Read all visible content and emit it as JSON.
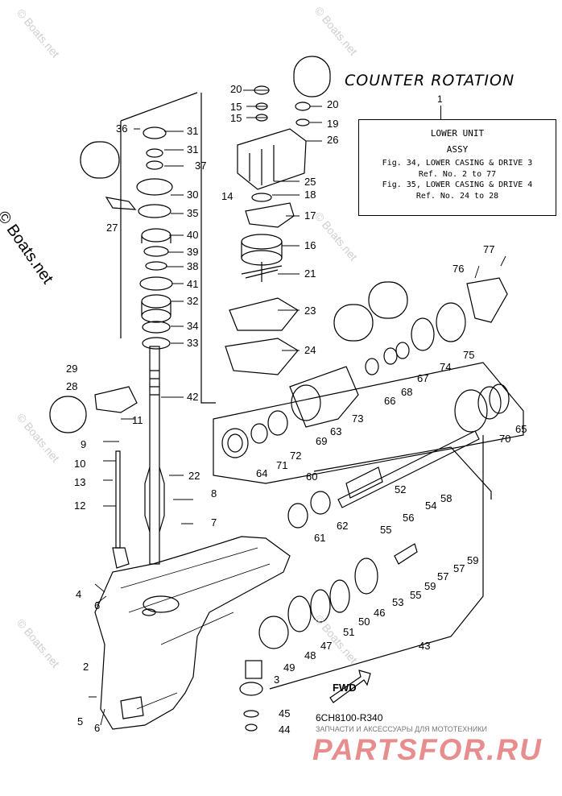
{
  "header": {
    "title": "COUNTER ROTATION",
    "item_no": "1"
  },
  "reference_box": {
    "line1": "LOWER UNIT",
    "line2": "ASSY",
    "line3": "Fig. 34, LOWER CASING & DRIVE 3",
    "line4": "Ref. No. 2 to 77",
    "line5": "Fig. 35, LOWER CASING & DRIVE 4",
    "line6": "Ref. No. 24 to 28"
  },
  "diagram_code": "6CH8100-R340",
  "watermark": "© Boats.net",
  "shop_banner": {
    "subtitle": "ЗАПЧАСТИ И АКСЕССУАРЫ ДЛЯ МОТОТЕХНИКИ",
    "brand": "PARTSFOR.RU"
  },
  "fwd_label": "FWD",
  "part_numbers": [
    "2",
    "3",
    "4",
    "5",
    "6",
    "6",
    "7",
    "8",
    "9",
    "10",
    "11",
    "12",
    "13",
    "14",
    "15",
    "15",
    "16",
    "17",
    "18",
    "19",
    "20",
    "20",
    "21",
    "22",
    "23",
    "24",
    "25",
    "26",
    "27",
    "28",
    "29",
    "30",
    "31",
    "31",
    "32",
    "33",
    "34",
    "35",
    "36",
    "37",
    "38",
    "39",
    "40",
    "41",
    "42",
    "43",
    "44",
    "45",
    "46",
    "47",
    "48",
    "49",
    "50",
    "51",
    "52",
    "53",
    "54",
    "55",
    "55",
    "56",
    "57",
    "57",
    "58",
    "59",
    "59",
    "60",
    "61",
    "62",
    "63",
    "64",
    "65",
    "66",
    "67",
    "68",
    "69",
    "70",
    "71",
    "72",
    "73",
    "74",
    "75",
    "76",
    "77"
  ]
}
